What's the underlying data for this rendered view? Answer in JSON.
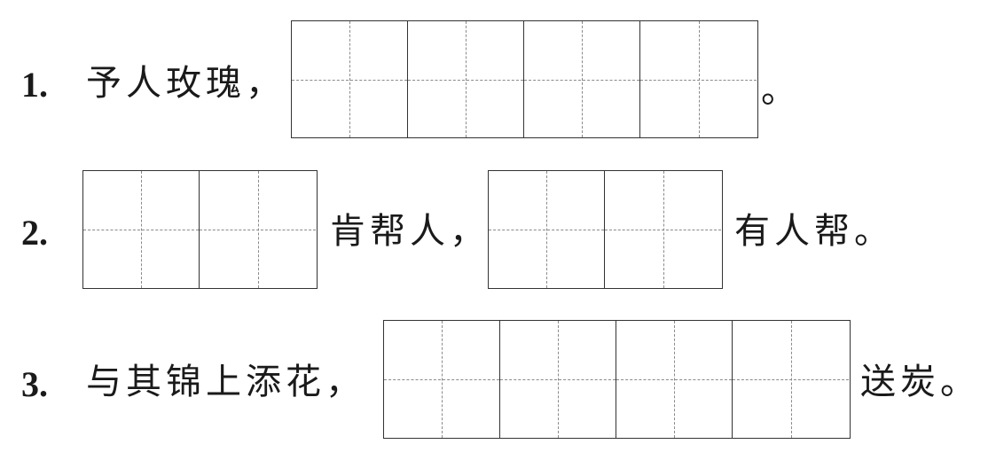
{
  "questions": [
    {
      "number": "1.",
      "before_text": "予人玫瑰，",
      "after_text": "。",
      "answer_boxes": [
        {
          "cells": 4
        }
      ]
    },
    {
      "number": "2.",
      "middle_text": "肯帮人，",
      "after_text": "有人帮。",
      "answer_boxes": [
        {
          "cells": 2
        },
        {
          "cells": 2
        }
      ]
    },
    {
      "number": "3.",
      "before_text": "与其锦上添花，",
      "after_text": "送炭。",
      "answer_boxes": [
        {
          "cells": 4
        }
      ]
    }
  ]
}
